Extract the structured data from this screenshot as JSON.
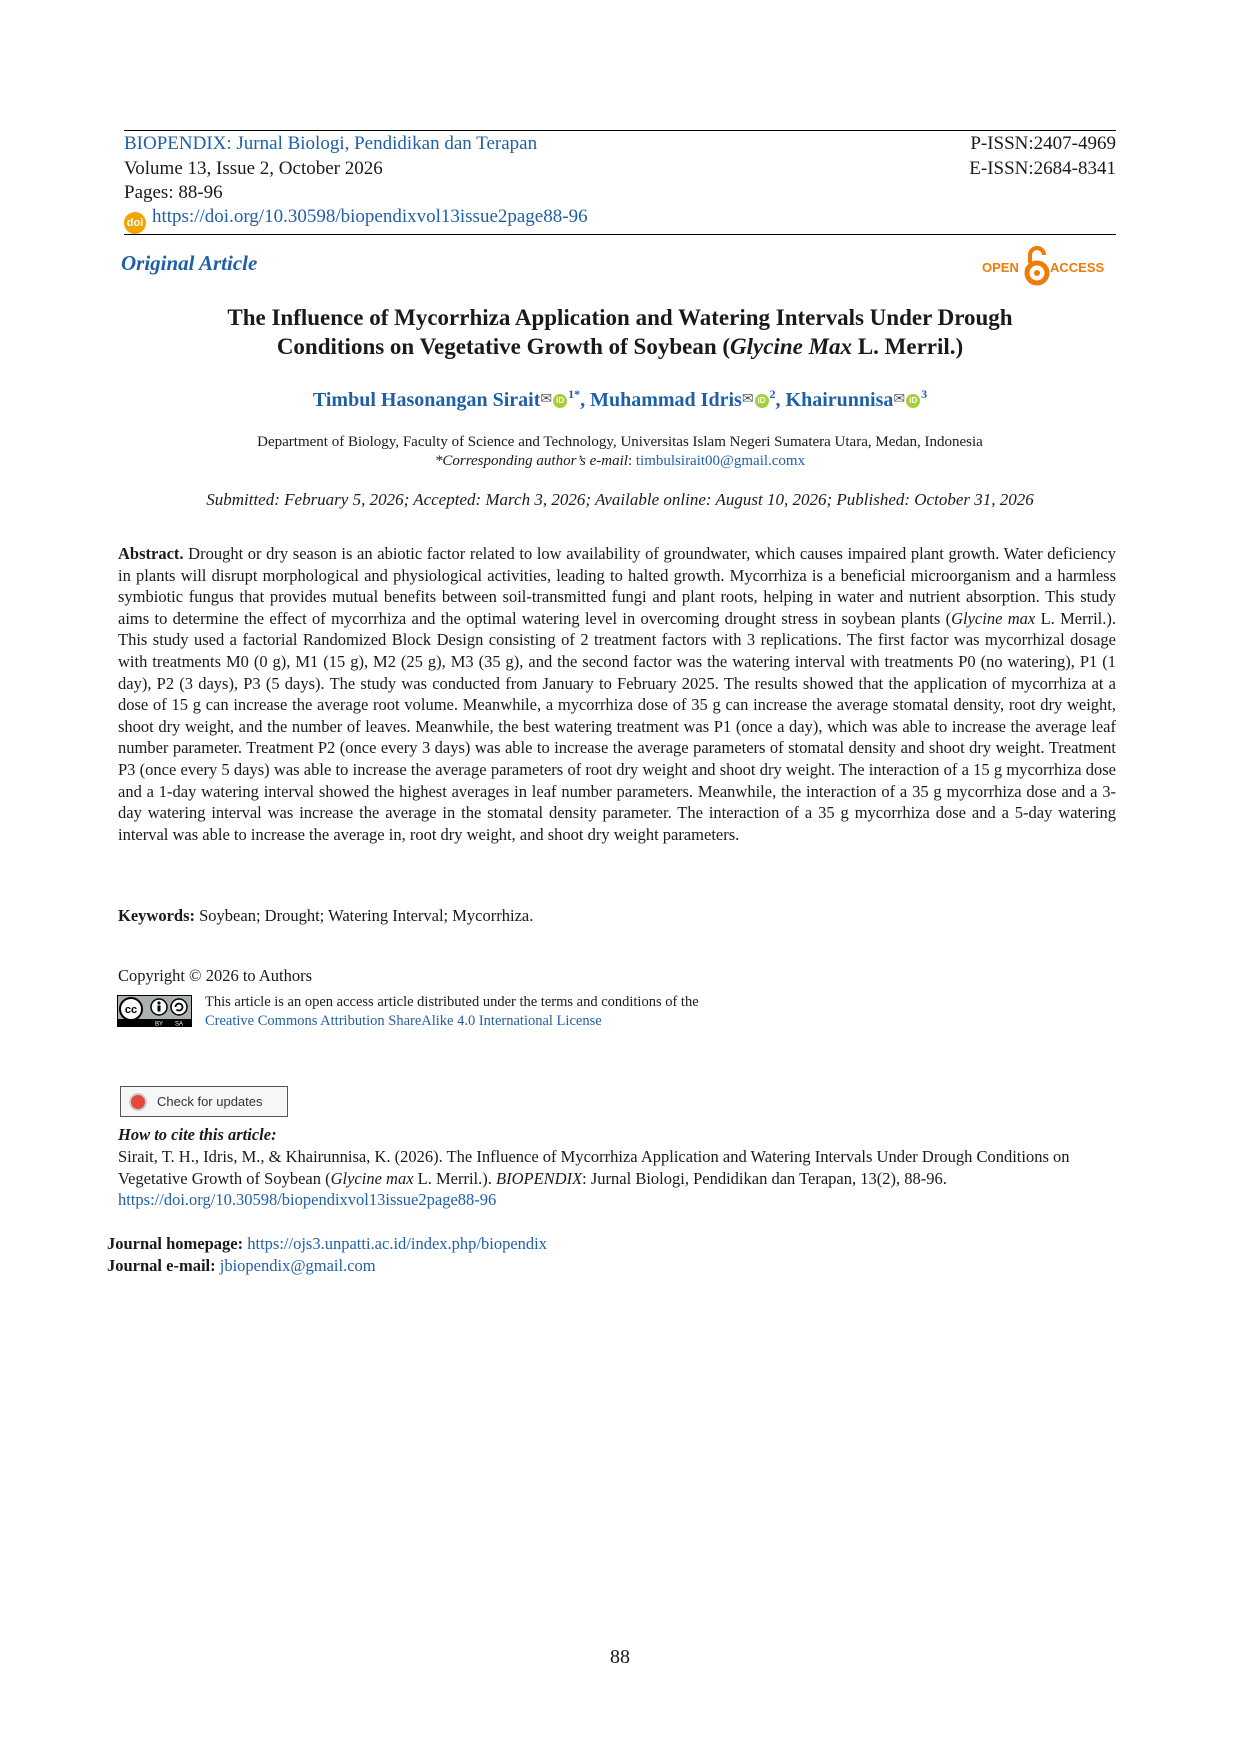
{
  "header": {
    "journal_name": "BIOPENDIX: Jurnal Biologi, Pendidikan dan Terapan",
    "p_issn": "P-ISSN:2407-4969",
    "volume": "Volume 13, Issue 2, October 2026",
    "e_issn": "E-ISSN:2684-8341",
    "pages": "Pages: 88-96",
    "doi_badge": "doi",
    "doi_url": "https://doi.org/10.30598/biopendixvol13issue2page88-96"
  },
  "article_type": "Original Article",
  "open_access": {
    "left": "OPEN",
    "right": "ACCESS"
  },
  "title": {
    "line1": "The Influence of Mycorrhiza Application and Watering Intervals Under Drough",
    "line2_pre": "Conditions on Vegetative Growth of Soybean (",
    "line2_italic": "Glycine Max",
    "line2_post": " L. Merril.)"
  },
  "authors": [
    {
      "name": "Timbul Hasonangan Sirait",
      "sup": "1*"
    },
    {
      "name": "Muhammad Idris",
      "sup": "2"
    },
    {
      "name": "Khairunnisa",
      "sup": "3"
    }
  ],
  "author_sep": ", ",
  "affiliation": "Department of Biology, Faculty of Science and Technology, Universitas Islam Negeri Sumatera Utara, Medan, Indonesia",
  "corresponding_label": "*Corresponding author’s e-mail",
  "corresponding_email": "timbulsirait00@gmail.comx",
  "dates": "Submitted: February 5, 2026; Accepted: March 3, 2026; Available online: August 10, 2026; Published: October 31, 2026",
  "abstract": {
    "label": "Abstract.",
    "part1": " Drought or dry season is an abiotic factor related to low availability of groundwater, which causes impaired plant growth. Water deficiency in plants will disrupt morphological and physiological activities, leading to halted growth. Mycorrhiza is a beneficial microorganism and a harmless symbiotic fungus that provides mutual benefits between soil-transmitted fungi and plant roots, helping in water and nutrient absorption. This study aims to determine the effect of mycorrhiza and the optimal watering level in overcoming drought stress in soybean plants (",
    "italic": "Glycine max",
    "part2": " L. Merril.). This study used a factorial Randomized Block Design consisting of 2 treatment factors with 3 replications. The first factor was mycorrhizal dosage with treatments M0 (0 g), M1 (15 g), M2 (25 g), M3 (35 g), and the second factor was the watering interval with treatments P0 (no watering), P1 (1 day), P2 (3 days), P3 (5 days). The study was conducted from January to February 2025. The results showed that the application of mycorrhiza at a dose of 15 g can increase the average root volume. Meanwhile, a mycorrhiza dose of 35 g can increase the average stomatal density, root dry weight, shoot dry weight, and the number of leaves. Meanwhile, the best watering treatment was P1 (once a day), which was able to increase the average leaf number parameter. Treatment P2 (once every 3 days) was able to increase the average parameters of stomatal density and shoot dry weight. Treatment P3 (once every 5 days) was able to increase the average parameters of root dry weight and shoot dry weight. The interaction of a 15 g mycorrhiza dose and a 1-day watering interval showed the highest averages in leaf number parameters. Meanwhile, the interaction of a 35 g mycorrhiza dose and a 3-day watering interval was increase the average in the stomatal density parameter. The interaction of a 35 g mycorrhiza dose and a 5-day watering interval was able to increase the average in, root dry weight, and shoot dry weight parameters."
  },
  "keywords": {
    "label": "Keywords:",
    "text": " Soybean; Drought; Watering Interval; Mycorrhiza."
  },
  "copyright": "Copyright © 2026 to Authors",
  "license": {
    "text": "This article is an open access article distributed under the terms and conditions of the",
    "link": "Creative Commons Attribution ShareAlike 4.0 International License",
    "badge_cc": "cc",
    "badge_by": "BY",
    "badge_sa": "SA"
  },
  "check_updates": "Check for updates",
  "cite": {
    "heading": "How to cite this article:",
    "part1": "Sirait, T. H., Idris, M., & Khairunnisa, K. (2026). The Influence of Mycorrhiza Application and Watering Intervals Under Drough Conditions on Vegetative Growth of Soybean (",
    "italic1": "Glycine max",
    "part2": " L. Merril.). ",
    "italic2": "BIOPENDIX",
    "part3": ": Jurnal Biologi, Pendidikan dan Terapan, 13(2), 88-96. ",
    "link": "https://doi.org/10.30598/biopendixvol13issue2page88-96"
  },
  "journal_homepage_label": "Journal homepage:",
  "journal_homepage": "https://ojs3.unpatti.ac.id/index.php/biopendix",
  "journal_email_label": "Journal e-mail:",
  "journal_email": "jbiopendix@gmail.com",
  "page_number": "88"
}
